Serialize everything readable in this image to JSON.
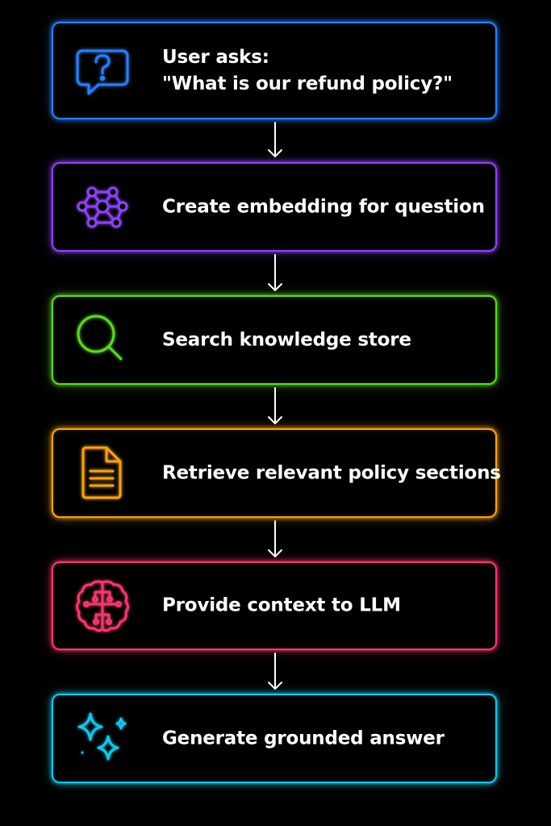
{
  "colors": {
    "background": "#000000",
    "text": "#ffffff",
    "arrow": "#ffffff"
  },
  "steps": [
    {
      "icon": "question-bubble-icon",
      "color": "#2f7df6",
      "label_lines": [
        "User asks:",
        "\"What is our refund policy?\""
      ]
    },
    {
      "icon": "network-graph-icon",
      "color": "#8b45f0",
      "label_lines": [
        "Create embedding for question"
      ]
    },
    {
      "icon": "magnifier-icon",
      "color": "#5fd42e",
      "label_lines": [
        "Search knowledge store"
      ]
    },
    {
      "icon": "document-icon",
      "color": "#f5a21a",
      "label_lines": [
        "Retrieve relevant policy sections"
      ]
    },
    {
      "icon": "brain-icon",
      "color": "#f23a6c",
      "label_lines": [
        "Provide context to LLM"
      ]
    },
    {
      "icon": "sparkles-icon",
      "color": "#1cc4e6",
      "label_lines": [
        "Generate grounded answer"
      ]
    }
  ]
}
